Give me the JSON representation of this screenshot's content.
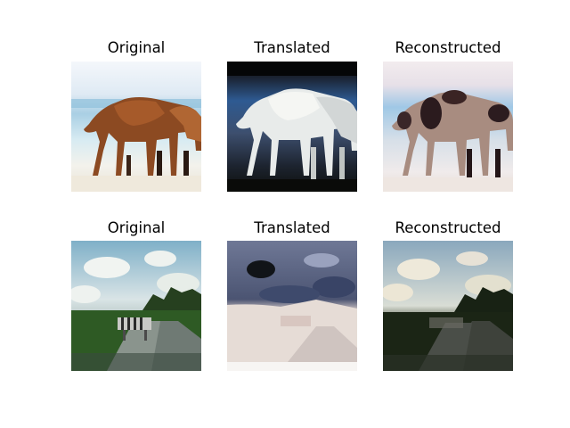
{
  "rows": [
    {
      "panels": [
        {
          "title": "Original",
          "image": "horses-on-beach-photo"
        },
        {
          "title": "Translated",
          "image": "white-horses-dark-background-photo"
        },
        {
          "title": "Reconstructed",
          "image": "reconstructed-horses-photo"
        }
      ]
    },
    {
      "panels": [
        {
          "title": "Original",
          "image": "zebra-on-road-photo"
        },
        {
          "title": "Translated",
          "image": "translated-road-scene-photo"
        },
        {
          "title": "Reconstructed",
          "image": "reconstructed-road-scene-photo"
        }
      ]
    }
  ]
}
